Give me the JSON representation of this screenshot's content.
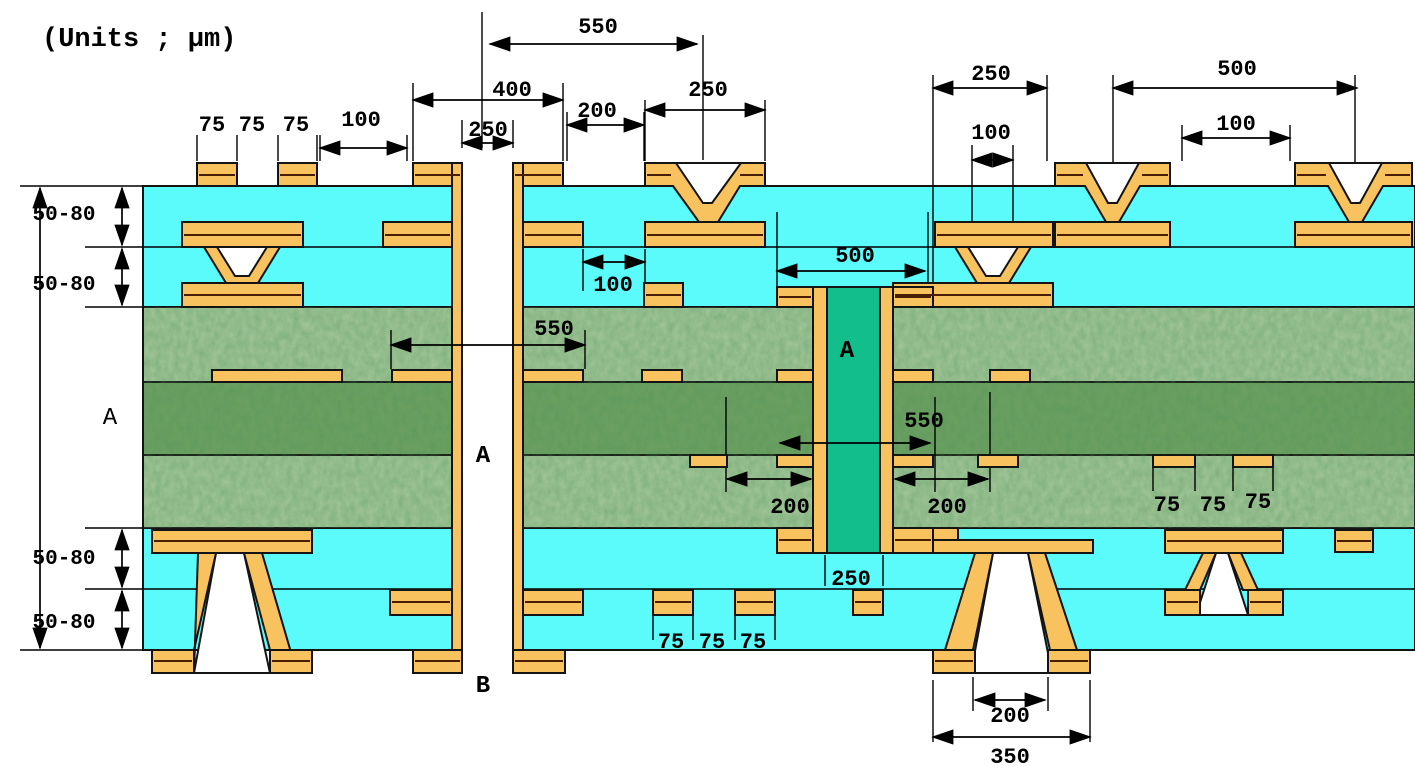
{
  "title": {
    "units": "(Units ; µm)"
  },
  "colors": {
    "copper": "#F8C25E",
    "dielectric": "#5BFBFB",
    "core_light": "#A5C79B",
    "core_dark": "#6FA163",
    "via_fill": "#12BE8C",
    "outline": "#141414",
    "divider": "#4A1C00"
  },
  "side_labels": {
    "overall": "A",
    "layer1": "50-80",
    "layer2": "50-80",
    "layer5": "50-80",
    "layer6": "50-80"
  },
  "hole_labels": {
    "top": "A",
    "bottom": "B"
  },
  "via_label": "A",
  "dims": {
    "t550": "550",
    "t400": "400",
    "t250_hole": "250",
    "t200": "200",
    "t250_pad": "250",
    "t75_1": "75",
    "t75_2": "75",
    "t75_3": "75",
    "t100": "100",
    "tr250": "250",
    "tr100a": "100",
    "tr500": "500",
    "tr100b": "100",
    "m550a": "550",
    "m100": "100",
    "m500": "500",
    "m550b": "550",
    "m200l": "200",
    "m200r": "200",
    "b250": "250",
    "b75_1": "75",
    "b75_2": "75",
    "b75_3": "75",
    "r75_1": "75",
    "r75_2": "75",
    "r75_3": "75",
    "bb200": "200",
    "bb350": "350"
  }
}
